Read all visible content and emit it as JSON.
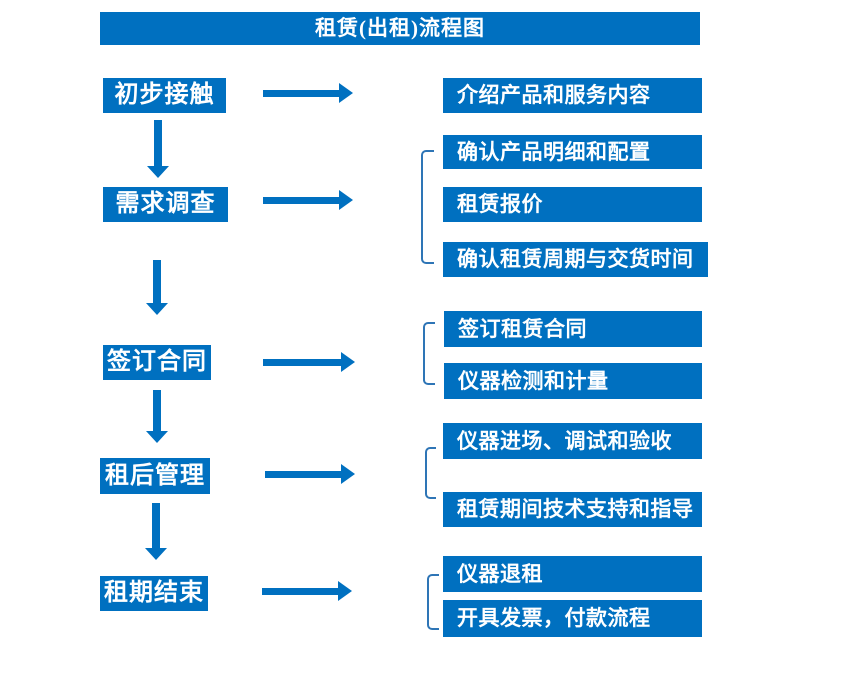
{
  "title": "租赁(出租)流程图",
  "colors": {
    "primary": "#0070C0",
    "bracket": "#2E75B6",
    "box_text": "#FFFFFF"
  },
  "stages": [
    {
      "label": "初步接触",
      "details": [
        "介绍产品和服务内容"
      ]
    },
    {
      "label": "需求调查",
      "details": [
        "确认产品明细和配置",
        "租赁报价",
        "确认租赁周期与交货时间"
      ]
    },
    {
      "label": "签订合同",
      "details": [
        "签订租赁合同",
        "仪器检测和计量"
      ]
    },
    {
      "label": "租后管理",
      "details": [
        "仪器进场、调试和验收",
        "租赁期间技术支持和指导"
      ]
    },
    {
      "label": "租期结束",
      "details": [
        "仪器退租",
        "开具发票，付款流程"
      ]
    }
  ]
}
